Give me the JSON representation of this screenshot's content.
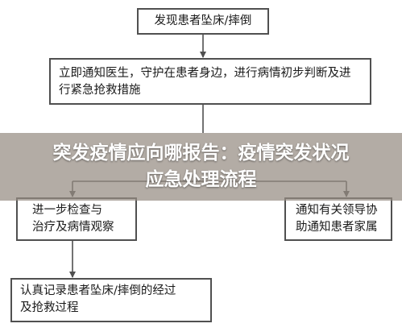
{
  "flowchart": {
    "nodes": [
      {
        "id": "n1",
        "lines": [
          "发现患者坠床/摔倒"
        ]
      },
      {
        "id": "n2",
        "lines": [
          "立即通知医生，守护在患者身边，进行病情初步判断及进",
          "行紧急抢救措施"
        ]
      },
      {
        "id": "n3",
        "lines": [
          "进一步检查与",
          "治疗及病情观察"
        ]
      },
      {
        "id": "n4",
        "lines": [
          "通知有关领导协",
          "助通知患者家属"
        ]
      },
      {
        "id": "n5",
        "lines": [
          "认真记录患者坠床/摔倒的经过",
          "及抢救过程"
        ]
      }
    ],
    "edges": [
      {
        "from": "n1",
        "to": "n2"
      },
      {
        "from": "n2",
        "to": "n3"
      },
      {
        "from": "n2",
        "to": "n4"
      },
      {
        "from": "n3",
        "to": "n5"
      }
    ]
  },
  "overlay": {
    "title_line1": "突发疫情应向哪报告：疫情突发状况",
    "title_line2": "应急处理流程"
  }
}
